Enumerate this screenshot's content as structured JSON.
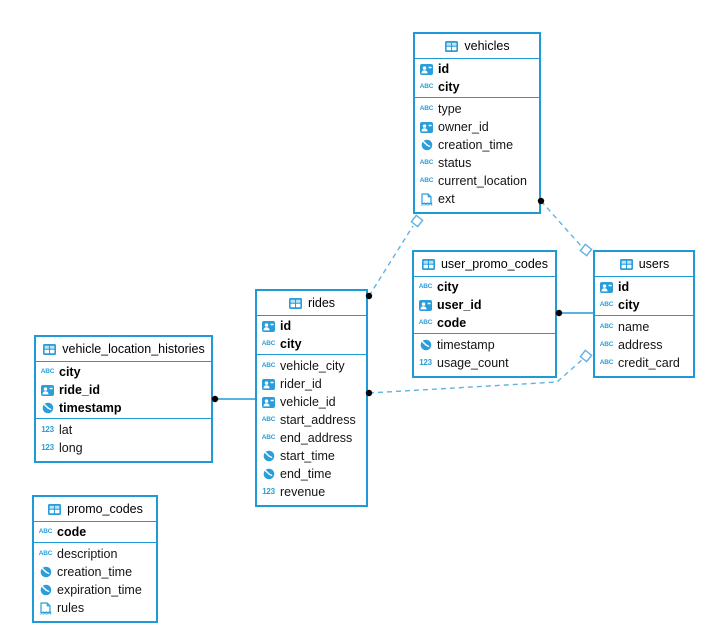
{
  "diagram": {
    "colors": {
      "table_border": "#1e9ad8",
      "solid_line": "#1e9ad8",
      "dashed_line": "#5fb3e4",
      "icon_blue": "#2a9edb",
      "connector_dot": "#000000"
    },
    "icons": {
      "text_glyph": "ABC",
      "number_glyph": "123",
      "json_glyph": "JSON"
    },
    "tables": [
      {
        "name": "vehicles",
        "columns": [
          {
            "name": "id",
            "type": "uuid",
            "pk": true
          },
          {
            "name": "city",
            "type": "text",
            "pk": true
          },
          {
            "name": "type",
            "type": "text",
            "pk": false
          },
          {
            "name": "owner_id",
            "type": "uuid",
            "pk": false
          },
          {
            "name": "creation_time",
            "type": "time",
            "pk": false
          },
          {
            "name": "status",
            "type": "text",
            "pk": false
          },
          {
            "name": "current_location",
            "type": "text",
            "pk": false
          },
          {
            "name": "ext",
            "type": "json",
            "pk": false
          }
        ]
      },
      {
        "name": "user_promo_codes",
        "columns": [
          {
            "name": "city",
            "type": "text",
            "pk": true
          },
          {
            "name": "user_id",
            "type": "uuid",
            "pk": true
          },
          {
            "name": "code",
            "type": "text",
            "pk": true
          },
          {
            "name": "timestamp",
            "type": "time",
            "pk": false
          },
          {
            "name": "usage_count",
            "type": "number",
            "pk": false
          }
        ]
      },
      {
        "name": "users",
        "columns": [
          {
            "name": "id",
            "type": "uuid",
            "pk": true
          },
          {
            "name": "city",
            "type": "text",
            "pk": true
          },
          {
            "name": "name",
            "type": "text",
            "pk": false
          },
          {
            "name": "address",
            "type": "text",
            "pk": false
          },
          {
            "name": "credit_card",
            "type": "text",
            "pk": false
          }
        ]
      },
      {
        "name": "rides",
        "columns": [
          {
            "name": "id",
            "type": "uuid",
            "pk": true
          },
          {
            "name": "city",
            "type": "text",
            "pk": true
          },
          {
            "name": "vehicle_city",
            "type": "text",
            "pk": false
          },
          {
            "name": "rider_id",
            "type": "uuid",
            "pk": false
          },
          {
            "name": "vehicle_id",
            "type": "uuid",
            "pk": false
          },
          {
            "name": "start_address",
            "type": "text",
            "pk": false
          },
          {
            "name": "end_address",
            "type": "text",
            "pk": false
          },
          {
            "name": "start_time",
            "type": "time",
            "pk": false
          },
          {
            "name": "end_time",
            "type": "time",
            "pk": false
          },
          {
            "name": "revenue",
            "type": "number",
            "pk": false
          }
        ]
      },
      {
        "name": "vehicle_location_histories",
        "columns": [
          {
            "name": "city",
            "type": "text",
            "pk": true
          },
          {
            "name": "ride_id",
            "type": "uuid",
            "pk": true
          },
          {
            "name": "timestamp",
            "type": "time",
            "pk": true
          },
          {
            "name": "lat",
            "type": "number",
            "pk": false
          },
          {
            "name": "long",
            "type": "number",
            "pk": false
          }
        ]
      },
      {
        "name": "promo_codes",
        "columns": [
          {
            "name": "code",
            "type": "text",
            "pk": true
          },
          {
            "name": "description",
            "type": "text",
            "pk": false
          },
          {
            "name": "creation_time",
            "type": "time",
            "pk": false
          },
          {
            "name": "expiration_time",
            "type": "time",
            "pk": false
          },
          {
            "name": "rules",
            "type": "json",
            "pk": false
          }
        ]
      }
    ],
    "relationships": [
      {
        "from": "rides",
        "to": "vehicles",
        "style": "dashed"
      },
      {
        "from": "vehicles",
        "to": "users",
        "style": "dashed"
      },
      {
        "from": "rides",
        "to": "users",
        "style": "dashed"
      },
      {
        "from": "vehicle_location_histories",
        "to": "rides",
        "style": "solid"
      },
      {
        "from": "user_promo_codes",
        "to": "users",
        "style": "solid"
      }
    ]
  }
}
